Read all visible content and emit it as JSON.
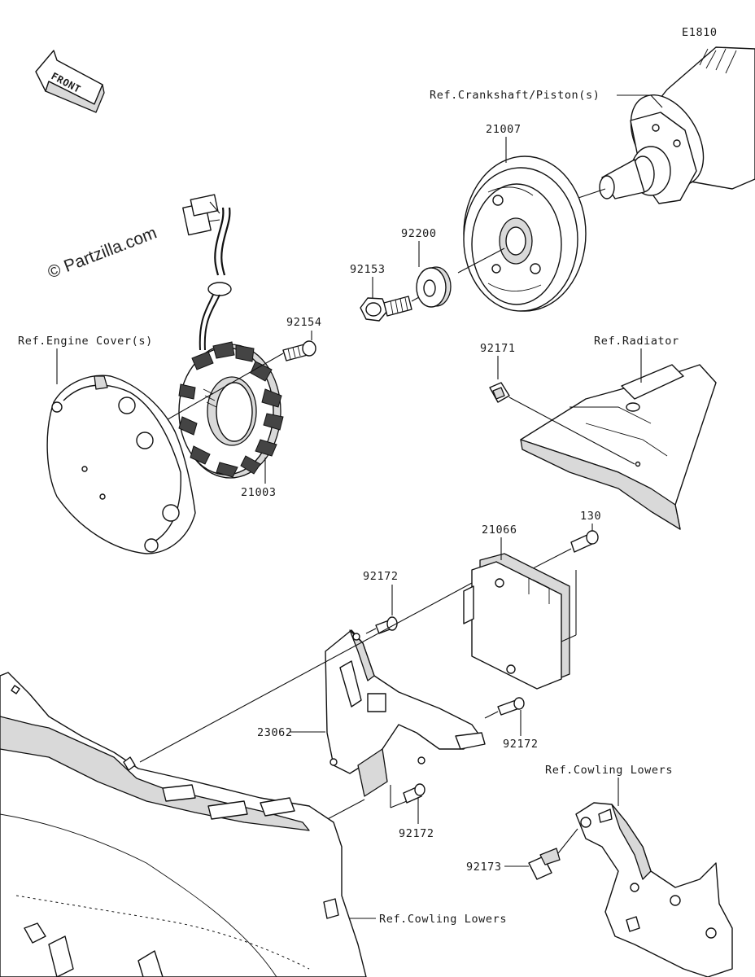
{
  "diagram_code": "E1810",
  "front_arrow_label": "FRONT",
  "watermark": "© Partzilla.com",
  "labels": {
    "ref_crankshaft": "Ref.Crankshaft/Piston(s)",
    "part_21007": "21007",
    "part_92200": "92200",
    "part_92153": "92153",
    "part_92154": "92154",
    "ref_engine_cover": "Ref.Engine Cover(s)",
    "part_21003": "21003",
    "part_92171": "92171",
    "ref_radiator": "Ref.Radiator",
    "part_130": "130",
    "part_21066": "21066",
    "part_92172_a": "92172",
    "part_23062": "23062",
    "part_92172_b": "92172",
    "part_92172_c": "92172",
    "ref_cowling_lowers_right": "Ref.Cowling Lowers",
    "part_92173": "92173",
    "ref_cowling_lowers_bottom": "Ref.Cowling Lowers"
  },
  "icons": {
    "front_arrow": "front-arrow-icon"
  }
}
